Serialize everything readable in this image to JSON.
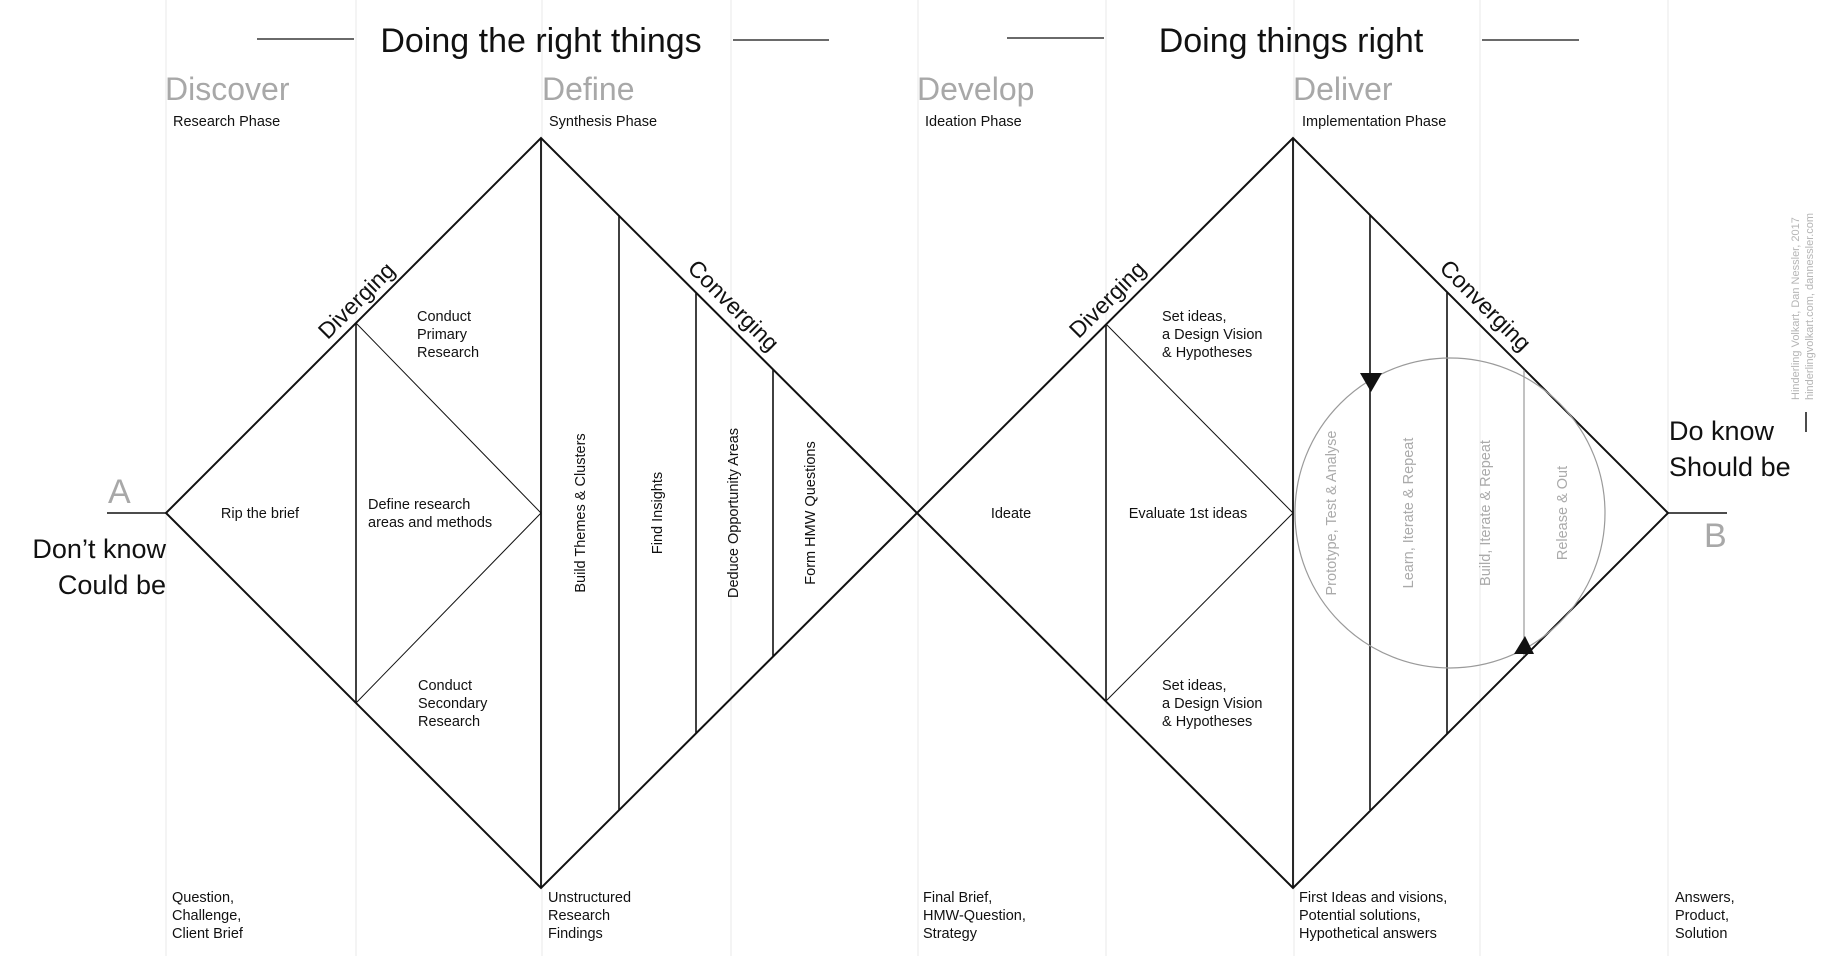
{
  "headers": {
    "left": "Doing the right things",
    "right": "Doing things right"
  },
  "phases": [
    {
      "name": "Discover",
      "subtitle": "Research Phase"
    },
    {
      "name": "Define",
      "subtitle": "Synthesis Phase"
    },
    {
      "name": "Develop",
      "subtitle": "Ideation Phase"
    },
    {
      "name": "Deliver",
      "subtitle": "Implementation Phase"
    }
  ],
  "start": {
    "letter": "A",
    "line1": "Don’t know",
    "line2": "Could be"
  },
  "end": {
    "letter": "B",
    "line1": "Do know",
    "line2": "Should be"
  },
  "edge_labels": {
    "diverging_1": "Diverging",
    "converging_1": "Converging",
    "diverging_2": "Diverging",
    "converging_2": "Converging"
  },
  "diamond1": {
    "rip_the_brief": "Rip the brief",
    "primary_research": [
      "Conduct",
      "Primary",
      "Research"
    ],
    "define_research": [
      "Define research",
      "areas and methods"
    ],
    "secondary_research": [
      "Conduct",
      "Secondary",
      "Research"
    ],
    "strips": [
      "Build Themes & Clusters",
      "Find Insights",
      "Deduce Opportunity Areas",
      "Form HMW Questions"
    ]
  },
  "diamond2": {
    "ideate": "Ideate",
    "set_ideas_top": [
      "Set ideas,",
      "a Design Vision",
      "& Hypotheses"
    ],
    "evaluate": "Evaluate 1st ideas",
    "set_ideas_bottom": [
      "Set ideas,",
      "a Design Vision",
      "& Hypotheses"
    ],
    "cycle": [
      "Prototype, Test & Analyse",
      "Learn, Iterate & Repeat",
      "Build, Iterate & Repeat",
      "Release & Out"
    ]
  },
  "outputs": [
    [
      "Question,",
      "Challenge,",
      "Client Brief"
    ],
    [
      "Unstructured",
      "Research",
      "Findings"
    ],
    [
      "Final Brief,",
      "HMW-Question,",
      "Strategy"
    ],
    [
      "First Ideas and visions,",
      "Potential solutions,",
      "Hypothetical answers"
    ],
    [
      "Answers,",
      "Product,",
      "Solution"
    ]
  ],
  "credits": [
    "Hinderling Volkart, Dan Nessler, 2017",
    "hinderlingvolkart.com, dannessler.com"
  ],
  "colors": {
    "line": "#111111",
    "grid": "#e6e6e6",
    "muted": "#9e9e9e",
    "cycle": "#aaaaaa"
  }
}
